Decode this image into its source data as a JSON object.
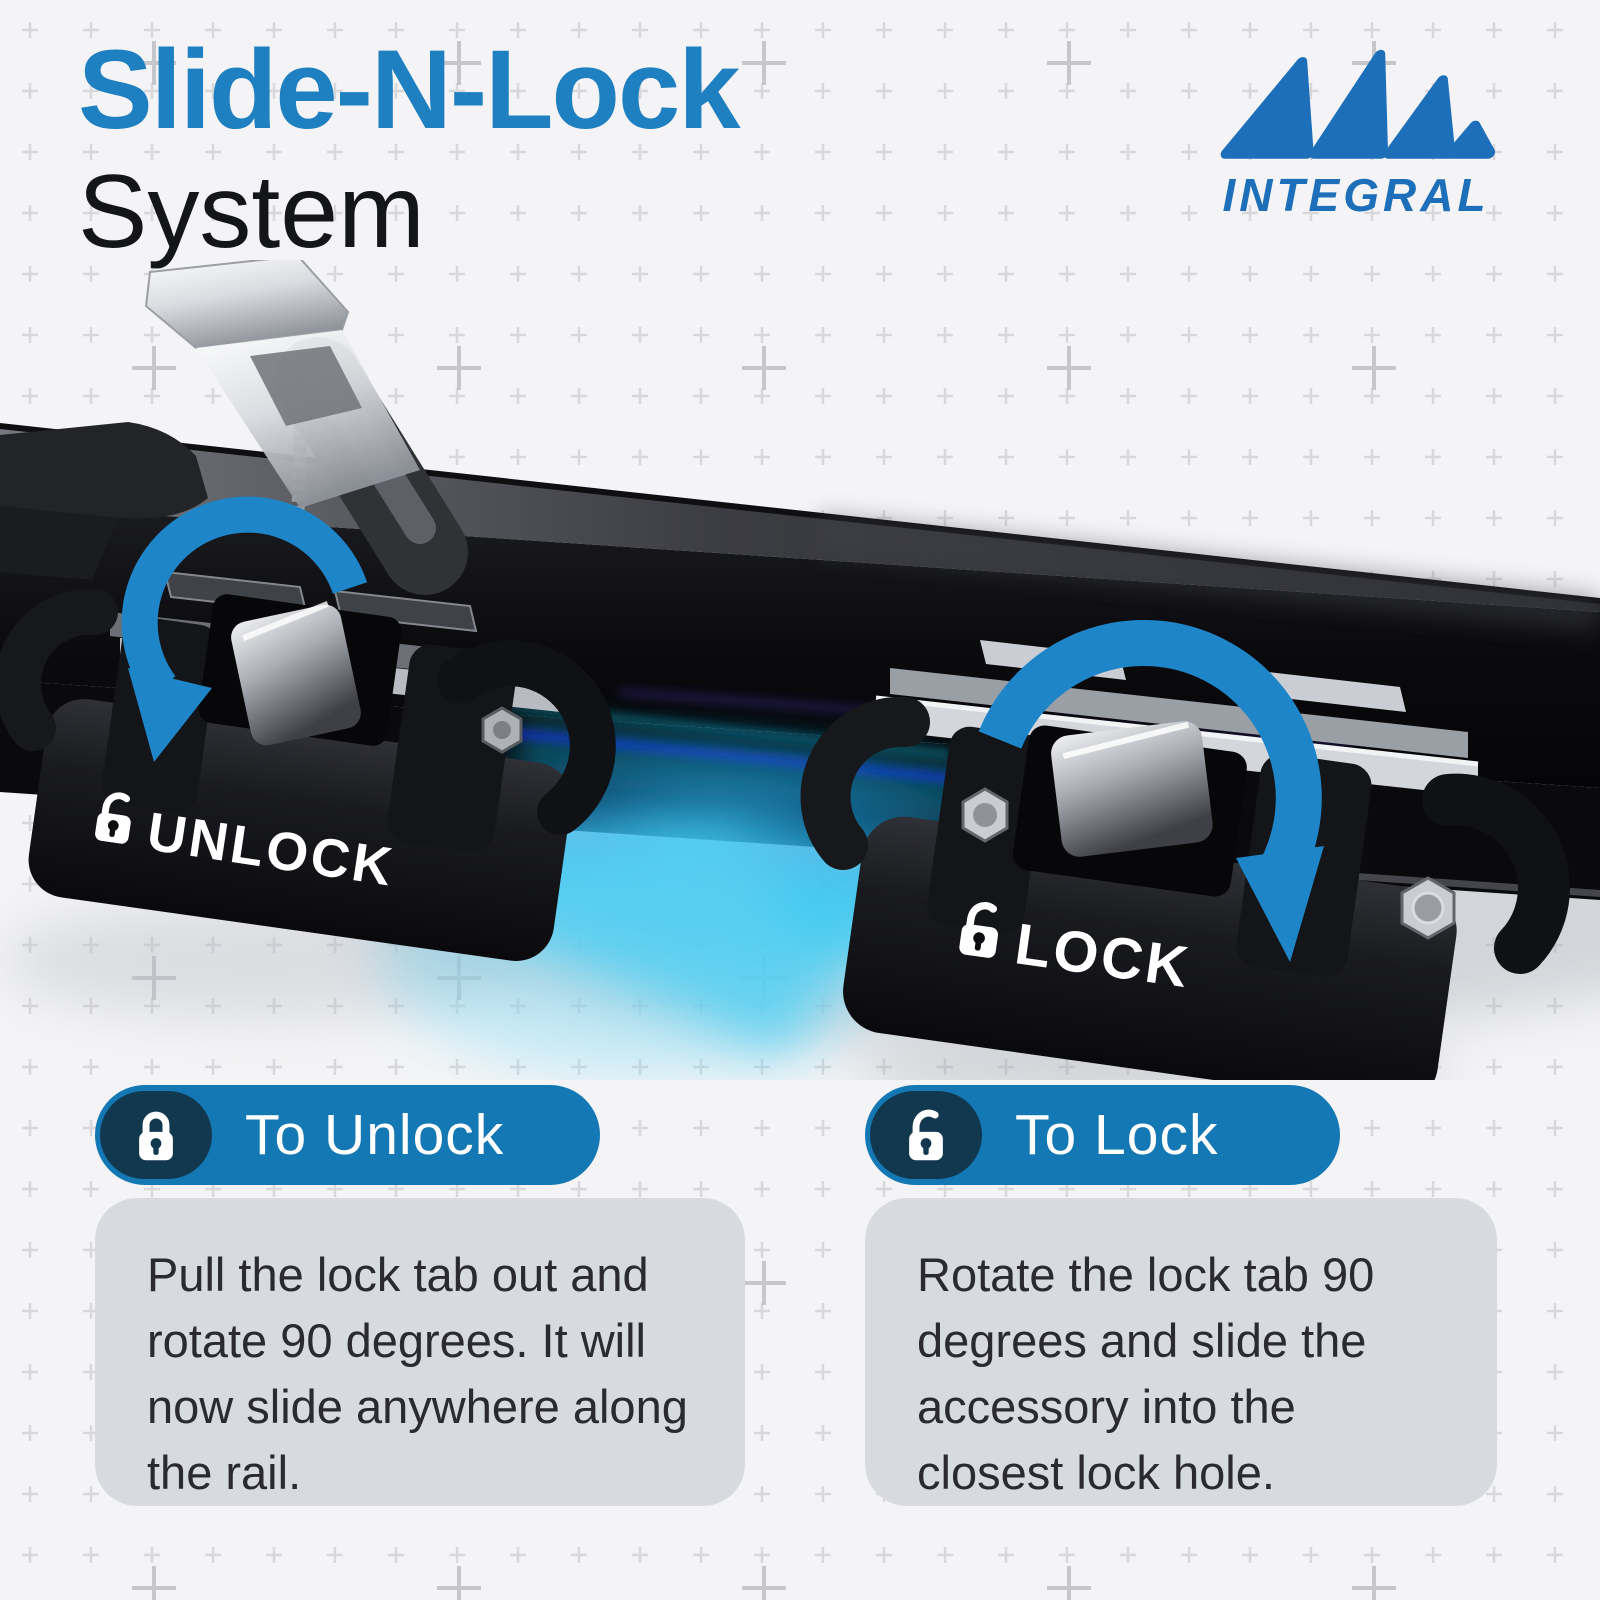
{
  "header": {
    "title_line1": "Slide-N-Lock",
    "title_line2": "System"
  },
  "logo": {
    "brand": "INTEGRAL"
  },
  "hero": {
    "unlock_label": "UNLOCK",
    "lock_label": "LOCK",
    "left_arrow_direction": "counterclockwise",
    "right_arrow_direction": "clockwise"
  },
  "steps": [
    {
      "pill_label": "To Unlock",
      "pill_icon": "padlock-closed",
      "body": "Pull the lock tab out and rotate 90 degrees. It will now slide anywhere along the rail."
    },
    {
      "pill_label": "To Lock",
      "pill_icon": "padlock-open",
      "body": "Rotate the lock tab 90 degrees and slide the accessory into the closest lock hole."
    }
  ],
  "colors": {
    "background": "#f4f4f6",
    "title_blue": "#1e7fc1",
    "title_black": "#141519",
    "logo_blue": "#1c6fb8",
    "pill_blue": "#1478b4",
    "badge_navy": "#123850",
    "card_gray": "#d7dade",
    "body_text": "#2a2a30",
    "arrow_blue": "#1e86c8",
    "glow_cyan": "#2fc8f2"
  }
}
